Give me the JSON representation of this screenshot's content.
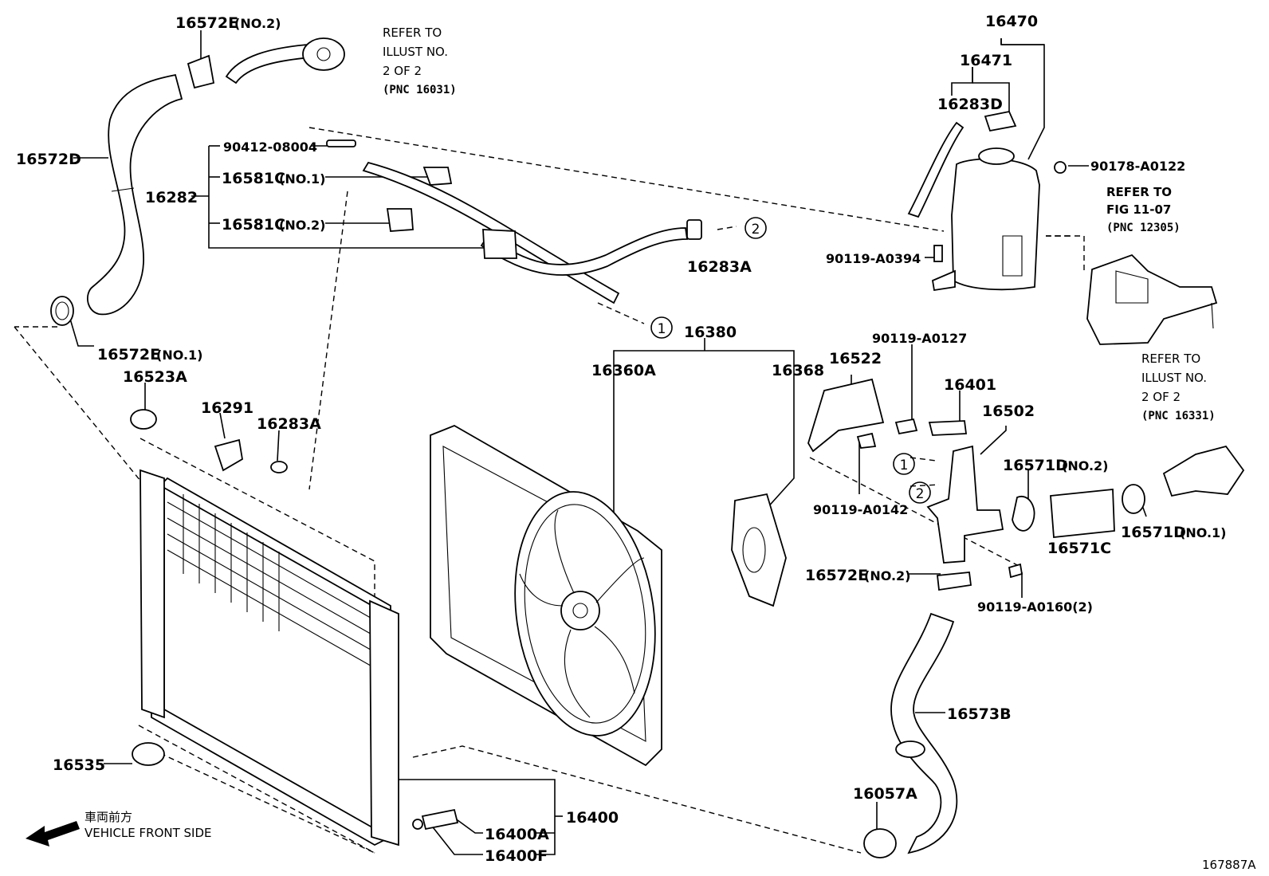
{
  "labels": {
    "p16572e_no2_top": "16572E",
    "p16572e_no2_top_suffix": "(NO.2)",
    "p16572d": "16572D",
    "p16572e_no1": "16572E",
    "p16572e_no1_suffix": "(NO.1)",
    "p90412": "90412-08004",
    "p16282": "16282",
    "p16581c_no1": "16581C",
    "p16581c_no1_suffix": "(NO.1)",
    "p16581c_no2": "16581C",
    "p16581c_no2_suffix": "(NO.2)",
    "p16283a_top": "16283A",
    "p16470": "16470",
    "p16471": "16471",
    "p16283d": "16283D",
    "p90178": "90178-A0122",
    "p90119_a0394": "90119-A0394",
    "p16380": "16380",
    "p16360a": "16360A",
    "p16368": "16368",
    "p16523a": "16523A",
    "p16291": "16291",
    "p16283a_mid": "16283A",
    "p90119_a0127": "90119-A0127",
    "p16522": "16522",
    "p16401": "16401",
    "p16502": "16502",
    "p16571d_no2": "16571D",
    "p16571d_no2_suffix": "(NO.2)",
    "p90119_a0142": "90119-A0142",
    "p16571c": "16571C",
    "p16571d_no1": "16571D",
    "p16571d_no1_suffix": "(NO.1)",
    "p16572e_no2_mid": "16572E",
    "p16572e_no2_mid_suffix": "(NO.2)",
    "p90119_a0160": "90119-A0160(2)",
    "p16573b": "16573B",
    "p16535": "16535",
    "p16057a": "16057A",
    "p16400": "16400",
    "p16400a": "16400A",
    "p16400f": "16400F"
  },
  "notes": {
    "refer_top_l1": "REFER TO",
    "refer_top_l2": "ILLUST NO.",
    "refer_top_l3": "2 OF 2",
    "refer_top_l4": "(PNC 16031)",
    "refer_fig_l1": "REFER TO",
    "refer_fig_l2": "FIG 11-07",
    "refer_fig_l3": "(PNC 12305)",
    "refer_right_l1": "REFER TO",
    "refer_right_l2": "ILLUST NO.",
    "refer_right_l3": "2 OF 2",
    "refer_right_l4": "(PNC 16331)"
  },
  "callouts": {
    "c1": "1",
    "c2": "2"
  },
  "front": {
    "jp": "車両前方",
    "en": "VEHICLE FRONT SIDE"
  },
  "figure_id": "167887A"
}
